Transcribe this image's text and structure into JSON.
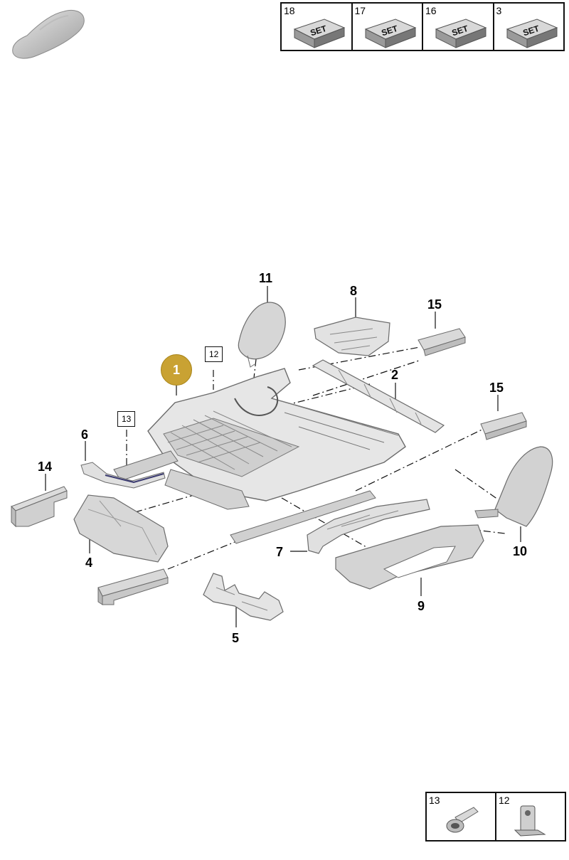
{
  "header": {
    "vehicle_icon": "car-silhouette-icon",
    "set_table": [
      {
        "number": "18",
        "label": "SET"
      },
      {
        "number": "17",
        "label": "SET"
      },
      {
        "number": "16",
        "label": "SET"
      },
      {
        "number": "3",
        "label": "SET"
      }
    ]
  },
  "callouts": {
    "main_part": "1",
    "p2": "2",
    "p4": "4",
    "p5": "5",
    "p6": "6",
    "p7": "7",
    "p8": "8",
    "p9": "9",
    "p10": "10",
    "p11": "11",
    "p14": "14",
    "p15a": "15",
    "p15b": "15",
    "box12": "12",
    "box13": "13"
  },
  "footer": {
    "fastener_table": [
      {
        "number": "13",
        "icon": "bolt-screw-icon"
      },
      {
        "number": "12",
        "icon": "clip-fastener-icon"
      }
    ]
  },
  "colors": {
    "accent_circle": "#c9a233",
    "part_fill": "#d9d9d9",
    "part_stroke": "#6b6b6b"
  }
}
